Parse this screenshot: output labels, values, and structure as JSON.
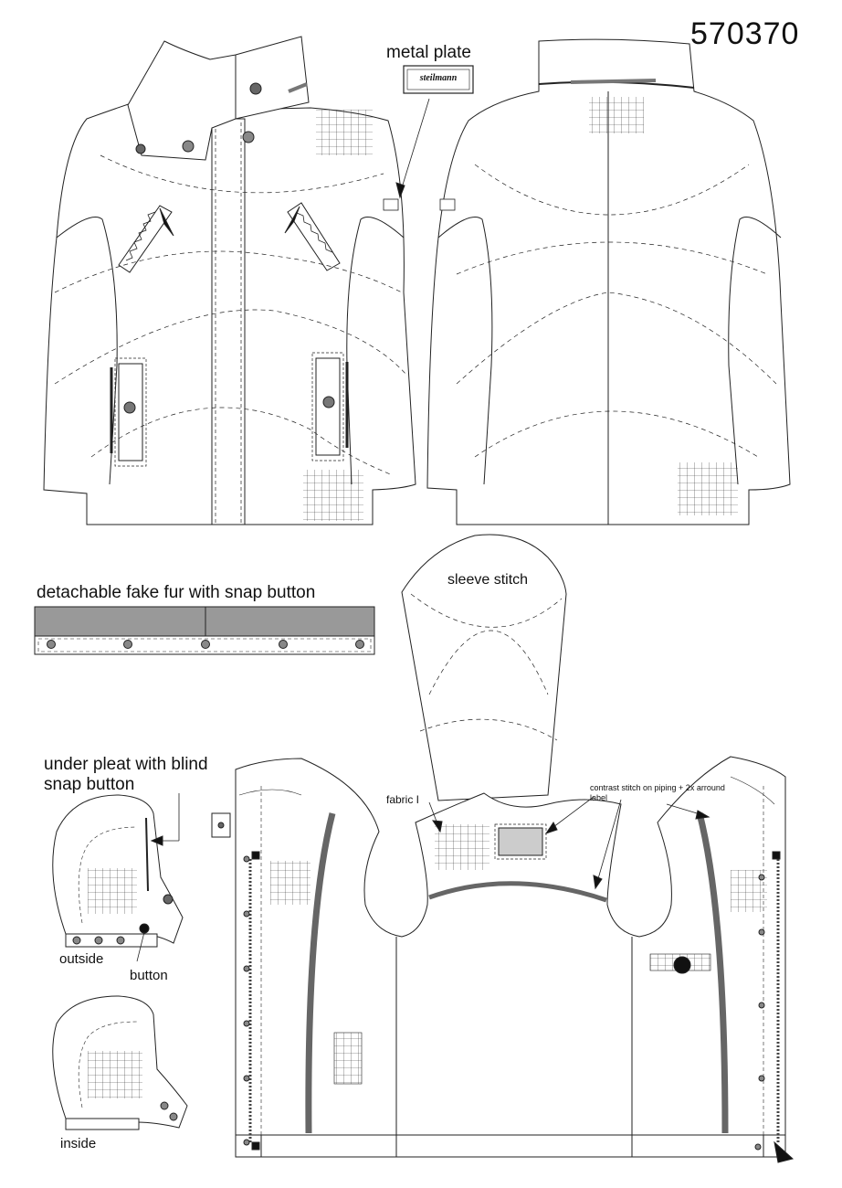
{
  "style_number": "570370",
  "labels": {
    "metal_plate": "metal plate",
    "plate_brand": "steilmann",
    "fake_fur": "detachable fake fur with snap button",
    "sleeve_stitch": "sleeve stitch",
    "under_pleat": "under pleat with blind snap button",
    "outside": "outside",
    "button": "button",
    "inside": "inside",
    "fabric": "fabric I",
    "contrast_stitch": "contrast stitch on piping + 2x arround label"
  },
  "colors": {
    "line": "#222222",
    "fur_fill": "#999999",
    "snap_fill": "#888888",
    "piping": "#666666"
  }
}
